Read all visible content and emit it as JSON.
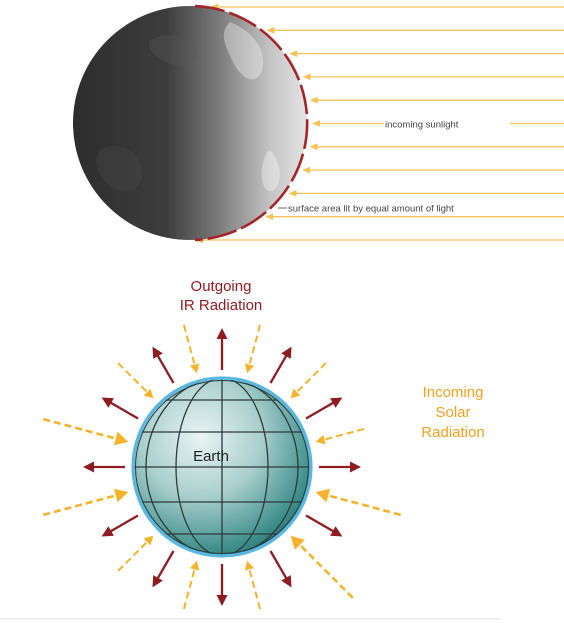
{
  "figure_top": {
    "sunlight_label": "incoming sunlight",
    "surface_label": "surface area lit by equal amount of light",
    "sun_color": "#f6c35a",
    "arc_color": "#a3262b"
  },
  "figure_bottom": {
    "outgoing_label_line1": "Outgoing",
    "outgoing_label_line2": "IR Radiation",
    "incoming_label_line1": "Incoming",
    "incoming_label_line2": "Solar",
    "incoming_label_line3": "Radiation",
    "earth_label": "Earth",
    "outgoing_color": "#8e1c20",
    "incoming_color": "#f5b32c",
    "earth_outline_color": "#5ab8e0"
  }
}
